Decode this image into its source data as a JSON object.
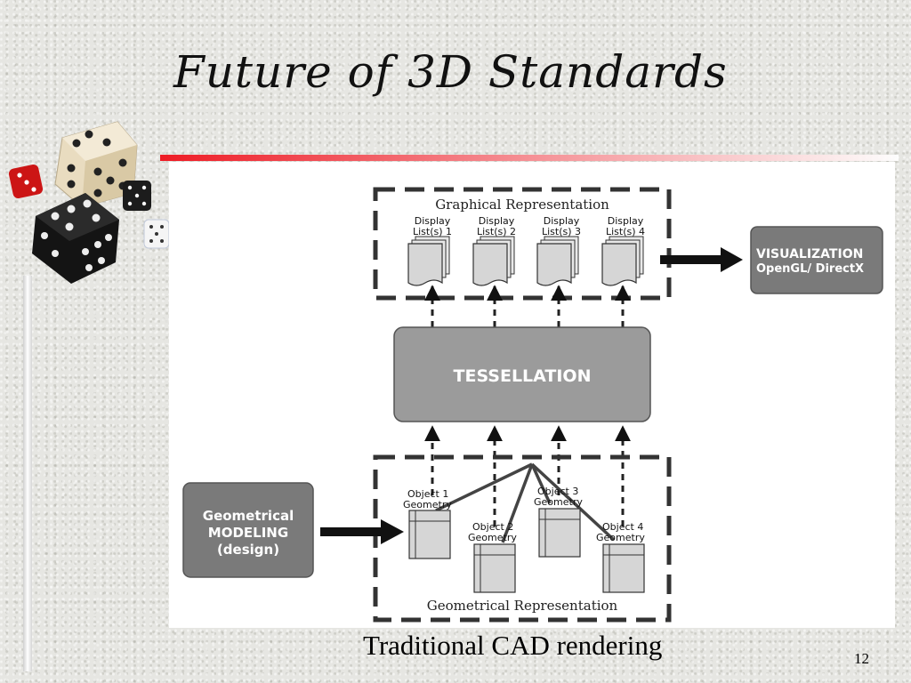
{
  "slide": {
    "title": "Future of 3D Standards",
    "caption": "Traditional CAD rendering",
    "page_number": "12"
  },
  "diagram": {
    "graphical_representation_label": "Graphical Representation",
    "display_lists": [
      {
        "line1": "Display",
        "line2": "List(s) 1"
      },
      {
        "line1": "Display",
        "line2": "List(s) 2"
      },
      {
        "line1": "Display",
        "line2": "List(s) 3"
      },
      {
        "line1": "Display",
        "line2": "List(s) 4"
      }
    ],
    "visualization": {
      "line1": "VISUALIZATION",
      "line2": "OpenGL/ DirectX"
    },
    "tessellation": "TESSELLATION",
    "geometrical_modeling": {
      "line1": "Geometrical",
      "line2": "MODELING",
      "line3": "(design)"
    },
    "objects": [
      {
        "line1": "Object 1",
        "line2": "Geometry"
      },
      {
        "line1": "Object 2",
        "line2": "Geometry"
      },
      {
        "line1": "Object 3",
        "line2": "Geometry"
      },
      {
        "line1": "Object 4",
        "line2": "Geometry"
      }
    ],
    "geometrical_representation_label": "Geometrical Representation"
  },
  "colors": {
    "accent_line": "#ee1c25",
    "box_fill": "#7a7a7a",
    "tessellation_fill": "#9b9b9b",
    "list_fill": "#d6d6d6"
  }
}
